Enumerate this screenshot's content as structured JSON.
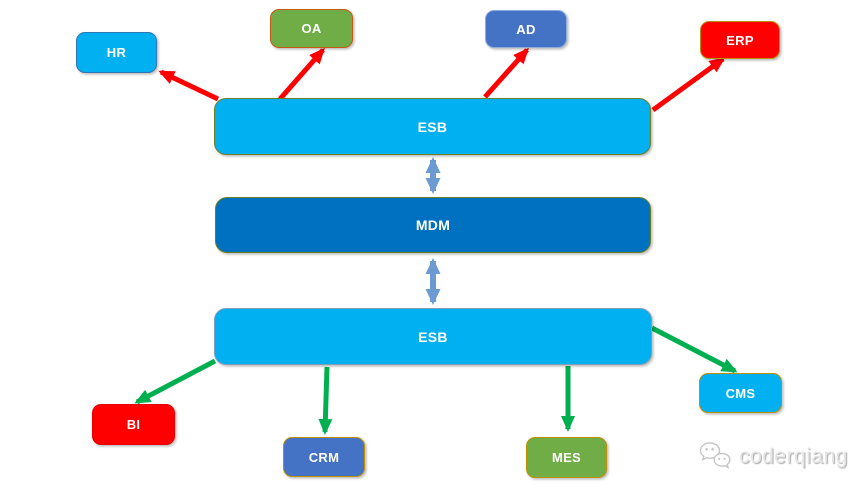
{
  "diagram": {
    "background": "#ffffff",
    "colors": {
      "red_arrow": "#FF0000",
      "green_arrow": "#00B050",
      "blue_arrow": "#6C9BD2"
    },
    "nodes": [
      {
        "id": "hr",
        "label": "HR",
        "fill": "#00B0F0",
        "border": "#2E75B6",
        "text_color": "#ffffff"
      },
      {
        "id": "oa",
        "label": "OA",
        "fill": "#70AD47",
        "border": "#C55A11",
        "text_color": "#ffffff"
      },
      {
        "id": "ad",
        "label": "AD",
        "fill": "#4472C4",
        "border": "#8FAADC",
        "text_color": "#ffffff"
      },
      {
        "id": "erp",
        "label": "ERP",
        "fill": "#FF0000",
        "border": "#BF9000",
        "text_color": "#ffffff"
      },
      {
        "id": "esb-top",
        "label": "ESB",
        "fill": "#00B0F0",
        "border": "#6E7F1F",
        "text_color": "#ffffff"
      },
      {
        "id": "mdm",
        "label": "MDM",
        "fill": "#0070C0",
        "border": "#6E7F1F",
        "text_color": "#ffffff"
      },
      {
        "id": "esb-bottom",
        "label": "ESB",
        "fill": "#00B0F0",
        "border": "#7F9DB9",
        "text_color": "#ffffff"
      },
      {
        "id": "bi",
        "label": "BI",
        "fill": "#FF0000",
        "border": "#E80000",
        "text_color": "#ffffff"
      },
      {
        "id": "crm",
        "label": "CRM",
        "fill": "#4472C4",
        "border": "#BF9000",
        "text_color": "#ffffff"
      },
      {
        "id": "mes",
        "label": "MES",
        "fill": "#70AD47",
        "border": "#BF9000",
        "text_color": "#ffffff"
      },
      {
        "id": "cms",
        "label": "CMS",
        "fill": "#00B0F0",
        "border": "#BF9000",
        "text_color": "#ffffff"
      }
    ],
    "connections": [
      {
        "from": "ESB (top)",
        "to": "HR",
        "color": "red",
        "bidirectional": false
      },
      {
        "from": "ESB (top)",
        "to": "OA",
        "color": "red",
        "bidirectional": false
      },
      {
        "from": "ESB (top)",
        "to": "AD",
        "color": "red",
        "bidirectional": false
      },
      {
        "from": "ESB (top)",
        "to": "ERP",
        "color": "red",
        "bidirectional": false
      },
      {
        "from": "ESB (top)",
        "to": "MDM",
        "color": "blue",
        "bidirectional": true
      },
      {
        "from": "MDM",
        "to": "ESB (bottom)",
        "color": "blue",
        "bidirectional": true
      },
      {
        "from": "ESB (bottom)",
        "to": "BI",
        "color": "green",
        "bidirectional": false
      },
      {
        "from": "ESB (bottom)",
        "to": "CRM",
        "color": "green",
        "bidirectional": false
      },
      {
        "from": "ESB (bottom)",
        "to": "MES",
        "color": "green",
        "bidirectional": false
      },
      {
        "from": "ESB (bottom)",
        "to": "CMS",
        "color": "green",
        "bidirectional": false
      }
    ]
  },
  "watermark": {
    "text": "coderqiang"
  }
}
